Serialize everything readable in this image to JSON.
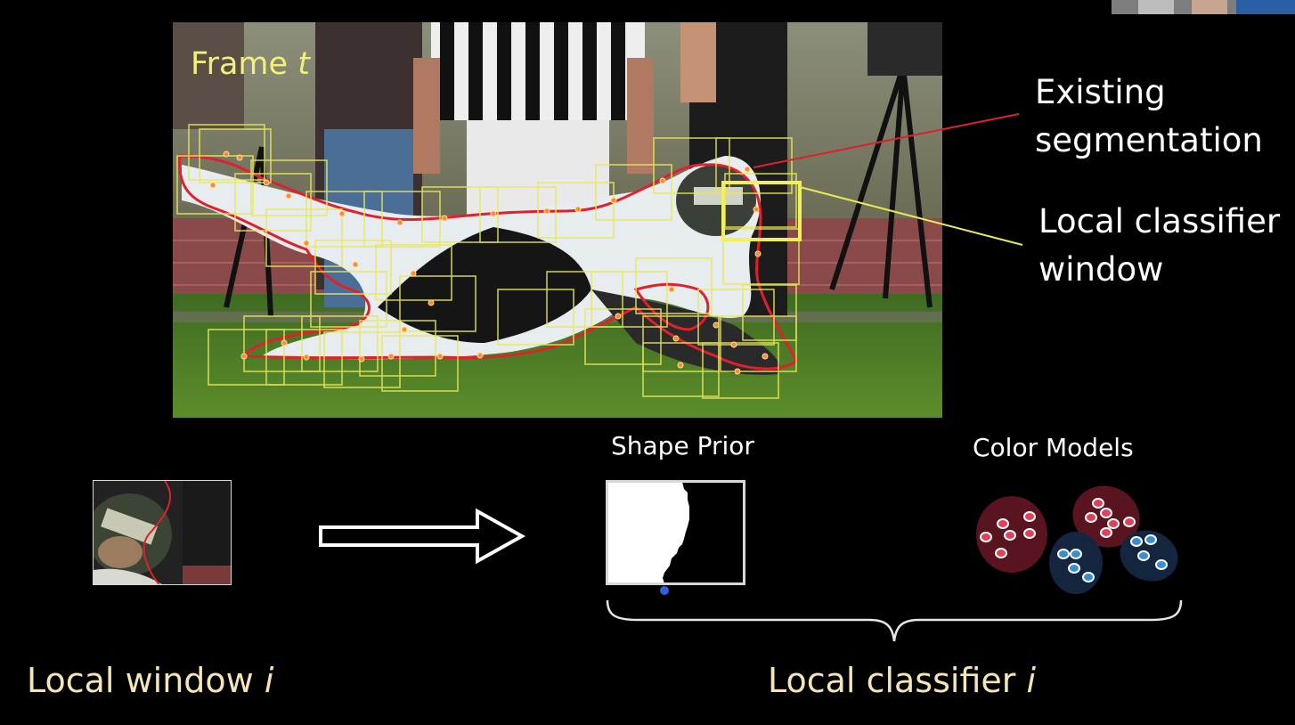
{
  "photo": {
    "frame_label": "Frame ",
    "frame_var": "t"
  },
  "callouts": {
    "existing_segmentation": [
      "Existing",
      "segmentation"
    ],
    "local_classifier_window": [
      "Local classifier",
      "window"
    ]
  },
  "panels": {
    "shape_prior": "Shape Prior",
    "color_models": "Color Models"
  },
  "labels": {
    "local_window": "Local window ",
    "local_window_var": "i",
    "local_classifier": "Local classifier ",
    "local_classifier_var": "i"
  },
  "colors": {
    "background": "#000000",
    "frame_label": "#f2f07a",
    "window_boxes": "#e8e85a",
    "segmentation_contour": "#e0202a",
    "bottom_labels": "#f5e6b8",
    "foreground_cluster": "#5a1420",
    "background_cluster": "#13253f",
    "foreground_points": "#e04058",
    "background_points": "#3a8ed0",
    "shape_prior_anchor": "#3060e0"
  },
  "icons": {
    "arrow": "hollow-right-arrow-icon",
    "brace": "curly-brace-icon"
  }
}
